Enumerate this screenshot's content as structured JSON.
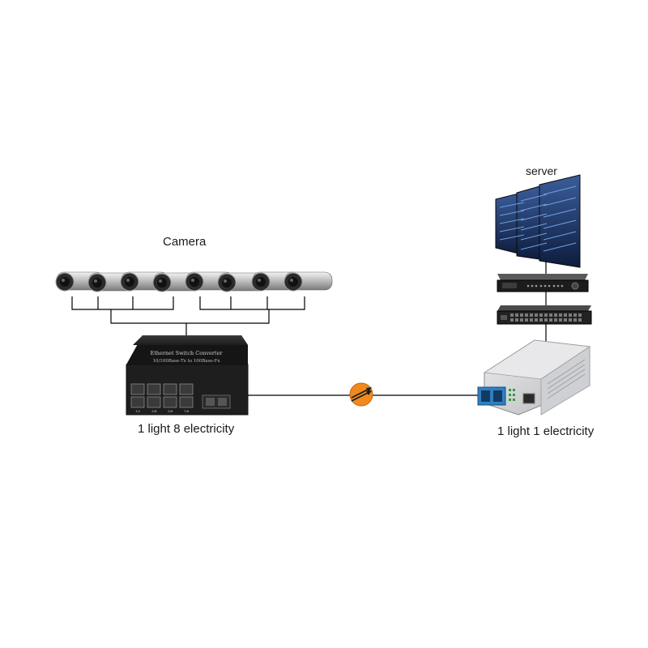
{
  "labels": {
    "camera": "Camera",
    "server": "server",
    "left_device": "1 light 8 electricity",
    "right_device": "1 light 1 electricity"
  },
  "left_device_face": {
    "title": "Ethernet Switch Converter",
    "subtitle": "10/100Base-Tx to 100Base-Fx",
    "port_labels": [
      "1/2",
      "3/4",
      "5/6",
      "7/8"
    ]
  },
  "camera_count": 8,
  "colors": {
    "fiber_connector": "#f08a1c",
    "device_dark": "#262626",
    "device_light": "#d9dadc",
    "fiber_port": "#2f7fc1",
    "line": "#000000"
  },
  "icons": [
    "camera-icon",
    "switch-converter-icon",
    "fiber-connector-icon",
    "server-rack-icon",
    "nvr-icon",
    "network-switch-icon",
    "media-converter-icon"
  ]
}
